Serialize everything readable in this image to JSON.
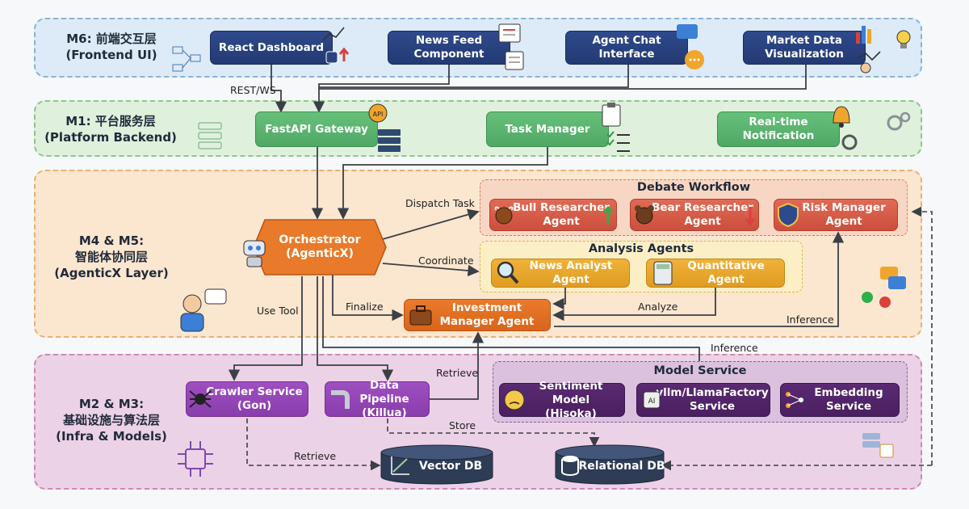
{
  "layers": {
    "m6": {
      "title": "M6: 前端交互层",
      "subtitle": "(Frontend UI)"
    },
    "m1": {
      "title": "M1: 平台服务层",
      "subtitle": "(Platform Backend)"
    },
    "m45": {
      "title": "M4 & M5:",
      "title2": "智能体协同层",
      "subtitle": "(AgenticX Layer)"
    },
    "m23": {
      "title": "M2 & M3:",
      "title2": "基础设施与算法层",
      "subtitle": "(Infra & Models)"
    }
  },
  "frontend": {
    "react_dashboard": "React Dashboard",
    "news_feed": [
      "News Feed",
      "Component"
    ],
    "agent_chat": [
      "Agent Chat",
      "Interface"
    ],
    "market_viz": [
      "Market Data",
      "Visualization"
    ]
  },
  "platform": {
    "fastapi": "FastAPI Gateway",
    "task_manager": "Task Manager",
    "notification": [
      "Real-time",
      "Notification"
    ]
  },
  "agentic": {
    "orchestrator": [
      "Orchestrator",
      "(AgenticX)"
    ],
    "debate_title": "Debate Workflow",
    "bull": [
      "Bull Researcher",
      "Agent"
    ],
    "bear": [
      "Bear Researcher",
      "Agent"
    ],
    "risk": [
      "Risk Manager",
      "Agent"
    ],
    "analysis_title": "Analysis Agents",
    "news_analyst": [
      "News Analyst",
      "Agent"
    ],
    "quant": [
      "Quantitative",
      "Agent"
    ],
    "investment": [
      "Investment",
      "Manager Agent"
    ]
  },
  "infra": {
    "crawler": [
      "Crawler Service",
      "(Gon)"
    ],
    "pipeline": [
      "Data Pipeline",
      "(Killua)"
    ],
    "model_service_title": "Model Service",
    "sentiment": [
      "Sentiment Model",
      "(Hisoka)"
    ],
    "vllm": [
      "vllm/LlamaFactory",
      "Service"
    ],
    "embedding": [
      "Embedding",
      "Service"
    ],
    "vector_db": "Vector DB",
    "relational_db": "Relational DB"
  },
  "edge_labels": {
    "rest_ws": "REST/WS",
    "dispatch": "Dispatch Task",
    "coordinate": "Coordinate",
    "finalize": "Finalize",
    "analyze": "Analyze",
    "inference1": "Inference",
    "inference2": "Inference",
    "use_tool": "Use Tool",
    "retrieve1": "Retrieve",
    "store": "Store",
    "retrieve2": "Retrieve"
  },
  "icons": {
    "react_dashboard": "chart-db-icon",
    "news_feed": "newspaper-icon",
    "agent_chat": "chat-bubbles-icon",
    "market_viz": "bar-chart-hand-icon",
    "fastapi": "api-gear-server-icon",
    "task_manager": "clipboard-checklist-icon",
    "notification": "bell-gears-icon",
    "orchestrator": "robot-icon",
    "bull": "bull-icon",
    "bear": "bear-icon",
    "risk": "shield-icon",
    "news_analyst": "magnifier-icon",
    "quant": "calculator-icon",
    "investment": "briefcase-icon",
    "crawler": "spider-icon",
    "pipeline": "pipe-icon",
    "sentiment": "face-icon",
    "vllm": "ai-chip-icon",
    "embedding": "network-icon",
    "vector_db": "scatter-db-icon",
    "relational_db": "database-icon"
  },
  "colors": {
    "frontend_bg": "#dcebf7",
    "platform_bg": "#dff0dc",
    "agentic_bg": "#fbe6cf",
    "infra_bg": "#ecd2e6",
    "navy": "#2a4380",
    "green": "#5cb470",
    "red": "#d65b47",
    "yellow": "#e8a72e",
    "orange": "#e06f22",
    "purple": "#9446b6"
  }
}
